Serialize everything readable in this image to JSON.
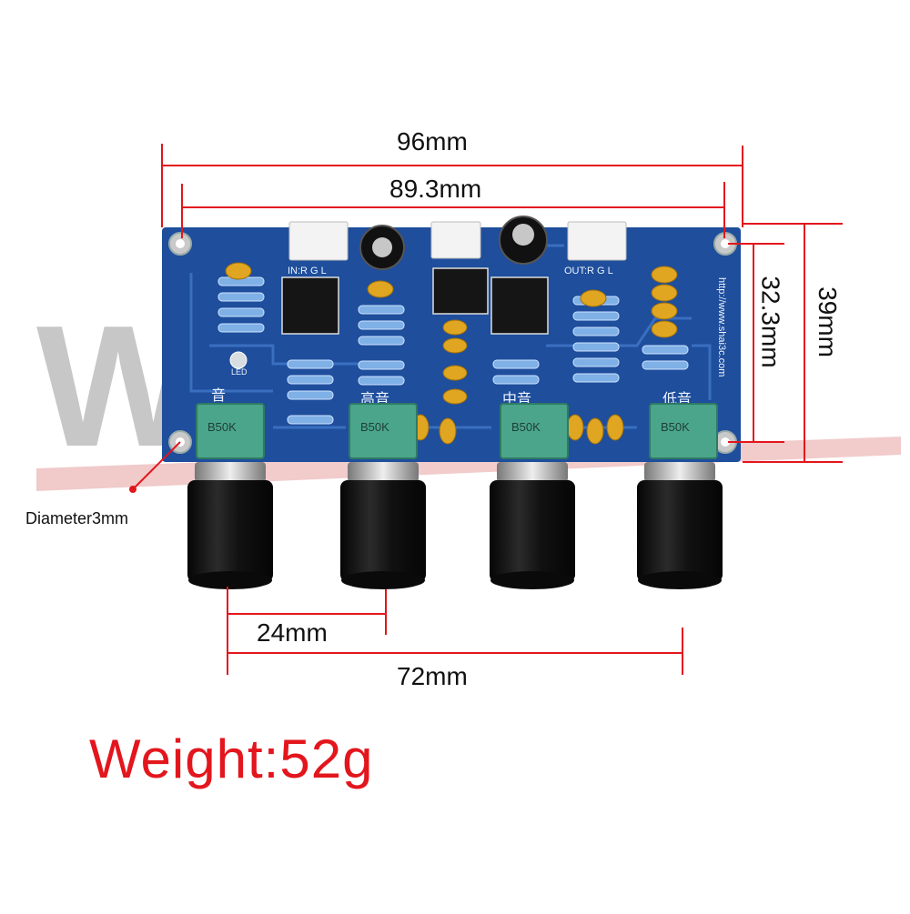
{
  "watermark": {
    "text": "W"
  },
  "dimensions": {
    "overall_width": "96mm",
    "hole_spacing_x": "89.3mm",
    "hole_spacing_y": "32.3mm",
    "overall_height": "39mm",
    "hole_diameter": "Diameter3mm",
    "knob_spacing": "24mm",
    "knob_span": "72mm"
  },
  "weight": "Weight:52g",
  "board": {
    "silkscreen": {
      "input_header": "IN:R  G  L",
      "output_header": "OUT:R  G  L",
      "url": "http://www.shai3c.com",
      "led": "LED",
      "treble": "高音",
      "mid": "中音",
      "bass": "低音",
      "volume": "音",
      "pot_code": "B50K"
    }
  },
  "colors": {
    "pcb": "#1e4e9c",
    "pcb_trace": "#3a6fc0",
    "dimension_line": "#e3161d",
    "weight_text": "#e3161d",
    "pot_body": "#4aa58a",
    "knob": "#141414",
    "capacitor": "#e0a521"
  }
}
